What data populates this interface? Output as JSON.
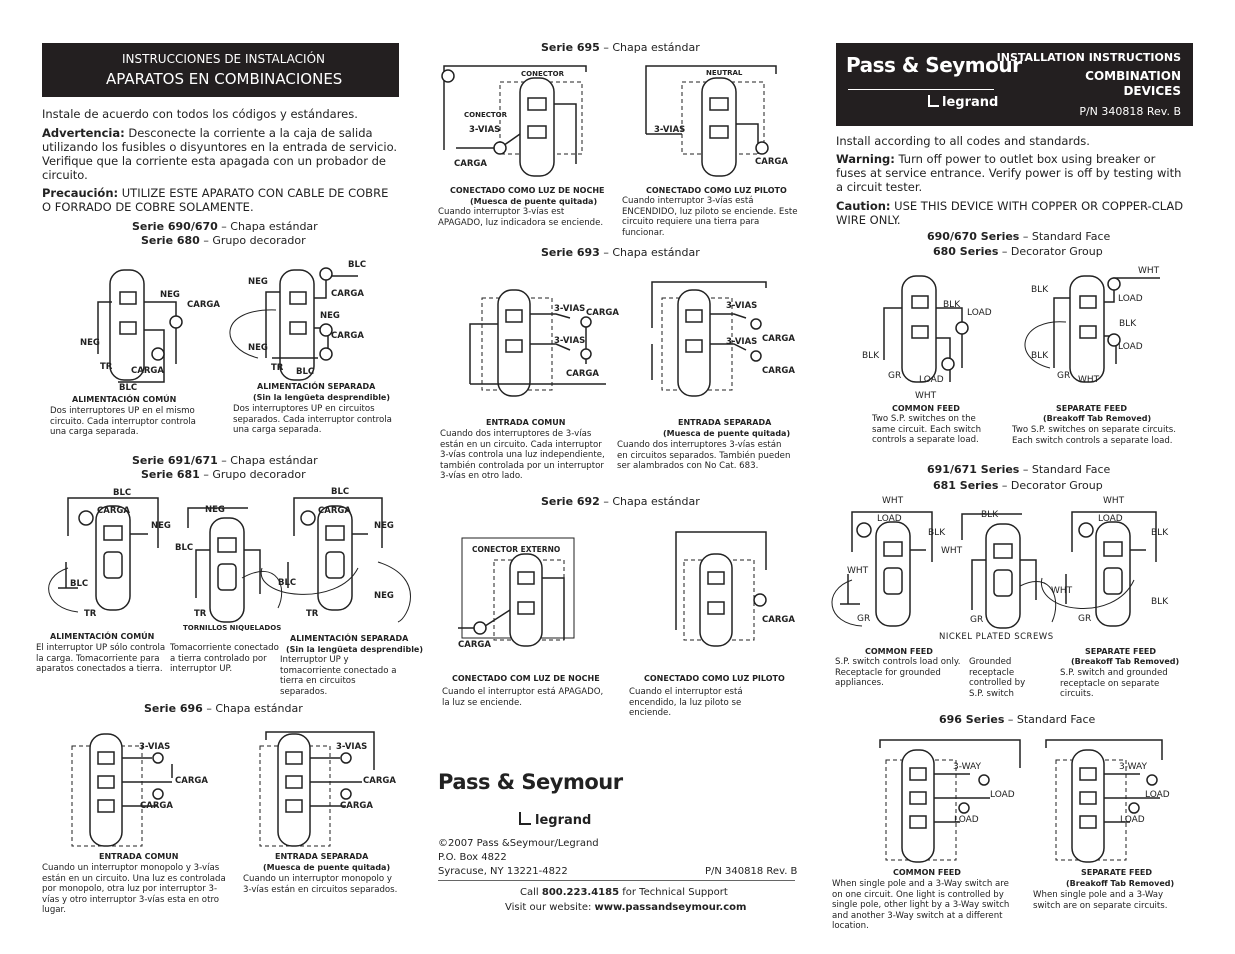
{
  "left": {
    "header_line1": "INSTRUCCIONES DE INSTALACIÓN",
    "header_line2": "APARATOS EN COMBINACIONES",
    "install_text": "Instale de acuerdo con todos los códigos y estándares.",
    "warning_label": "Advertencia:",
    "warning_text": "Desconecte la corriente a la caja de salida utilizando los fusibles o disyuntores en la entrada de servicio. Verifique que la corriente esta apagada con un probador de circuito.",
    "caution_label": "Precaución:",
    "caution_text": "UTILIZE ESTE APARATO CON CABLE DE COBRE O FORRADO DE COBRE SOLAMENTE.",
    "s1_title_a": "Serie 690/670",
    "s1_title_a_rest": " – Chapa estándar",
    "s1_title_b": "Serie 680",
    "s1_title_b_rest": " – Grupo decorador",
    "s1_cap1_title": "ALIMENTACIÓN COMÚN",
    "s1_cap1_text": "Dos interruptores UP en el mismo circuito.  Cada interruptor controla una carga separada.",
    "s1_cap2_title": "ALIMENTACIÓN SEPARADA",
    "s1_cap2_sub": "(Sin la lengüeta desprendible)",
    "s1_cap2_text": "Dos interruptores UP en circuitos separados.  Cada interruptor controla una carga separada.",
    "s2_title_a": "Serie 691/671",
    "s2_title_a_rest": " – Chapa estándar",
    "s2_title_b": "Serie 681",
    "s2_title_b_rest": " – Grupo decorador",
    "s2_cap1_title": "ALIMENTACIÓN COMÚN",
    "s2_cap1_text": "El interruptor UP sólo controla la carga.  Tomacorriente para aparatos conectados a tierra.",
    "s2_cap2_title": "TORNILLOS NIQUELADOS",
    "s2_cap2_text": "Tomacorriente conectado a tierra controlado por interruptor UP.",
    "s2_cap3_title": "ALIMENTACIÓN SEPARADA",
    "s2_cap3_sub": "(Sin la lengüeta desprendible)",
    "s2_cap3_text": "Interruptor UP y tomacorriente conectado a tierra en circuitos separados.",
    "s3_title": "Serie 696",
    "s3_title_rest": " – Chapa estándar",
    "s3_cap1_title": "ENTRADA COMUN",
    "s3_cap1_text": "Cuando un interruptor monopolo y 3-vías están en un circuito. Una luz es controlada por monopolo, otra luz por interruptor 3-vías y otro interruptor 3-vías esta en otro lugar.",
    "s3_cap2_title": "ENTRADA SEPARADA",
    "s3_cap2_sub": "(Muesca de puente quitada)",
    "s3_cap2_text": "Cuando un interruptor monopolo y 3-vías están en circuitos separados."
  },
  "middle": {
    "s695_title": "Serie 695",
    "s695_rest": " – Chapa estándar",
    "s695_cap1_title": "CONECTADO COMO LUZ DE NOCHE",
    "s695_cap1_sub": "(Muesca de puente quitada)",
    "s695_cap1_text": "Cuando interruptor 3-vías est APAGADO, luz indicadora se enciende.",
    "s695_cap2_title": "CONECTADO COMO LUZ PILOTO",
    "s695_cap2_text": "Cuando interruptor 3-vías está ENCENDIDO, luz piloto se enciende. Este circuito requiere una tierra para funcionar.",
    "s693_title": "Serie 693",
    "s693_rest": " – Chapa estándar",
    "s693_cap1_title": "ENTRADA COMUN",
    "s693_cap1_text": "Cuando dos interruptores de 3-vías están en un circuito. Cada interruptor 3-vías controla una luz independiente, también controlada por un interruptor 3-vías en otro lado.",
    "s693_cap2_title": "ENTRADA SEPARADA",
    "s693_cap2_sub": "(Muesca de puente quitada)",
    "s693_cap2_text": "Cuando dos interruptores 3-vías están en circuitos separados. También pueden ser alambrados con No Cat. 683.",
    "s692_title": "Serie 692",
    "s692_rest": " – Chapa estándar",
    "s692_cap1_title": "CONECTADO COM LUZ DE NOCHE",
    "s692_cap1_text": "Cuando el interruptor está APAGADO, la luz se enciende.",
    "s692_cap2_title": "CONECTADO COMO LUZ PILOTO",
    "s692_cap2_text": "Cuando el interruptor está encendido, la luz piloto se enciende.",
    "logo_text": "Pass & Seymour",
    "legrand_text": "legrand",
    "copyright": "©2007 Pass &Seymour/Legrand",
    "po_box": "P.O. Box 4822",
    "city": "Syracuse, NY 13221-4822",
    "part_no": "P/N 340818 Rev. B",
    "call_prefix": "Call ",
    "phone": "800.223.4185",
    "call_suffix": " for Technical Support",
    "web_prefix": "Visit our website:  ",
    "website": "www.passandseymour.com"
  },
  "right": {
    "logo_text": "Pass & Seymour",
    "legrand_text": "legrand",
    "header_line1": "INSTALLATION INSTRUCTIONS",
    "header_line2": "COMBINATION",
    "header_line3": "DEVICES",
    "part_no": "P/N 340818 Rev. B",
    "install_text": "Install according to all codes and standards.",
    "warning_label": "Warning:",
    "warning_text": " Turn off power to outlet box using breaker or fuses at service entrance. Verify power is off by testing with a circuit tester.",
    "caution_label": "Caution:",
    "caution_text": " USE THIS DEVICE WITH COPPER OR COPPER-CLAD WIRE ONLY.",
    "s1_title_a": "690/670 Series",
    "s1_title_a_rest": " – Standard Face",
    "s1_title_b": "680 Series",
    "s1_title_b_rest": " – Decorator Group",
    "s1_cap1_title": "COMMON FEED",
    "s1_cap1_text": "Two S.P. switches on the same circuit. Each switch controls a separate load.",
    "s1_cap2_title": "SEPARATE FEED",
    "s1_cap2_sub": "(Breakoff Tab Removed)",
    "s1_cap2_text": "Two S.P. switches on separate circuits. Each switch controls a separate load.",
    "s2_title_a": "691/671 Series",
    "s2_title_a_rest": " – Standard Face",
    "s2_title_b": "681 Series",
    "s2_title_b_rest": " – Decorator Group",
    "s2_cap1_title": "COMMON FEED",
    "s2_cap1_text": "S.P. switch controls load only. Receptacle for grounded appliances.",
    "s2_cap2_title": "NICKEL PLATED SCREWS",
    "s2_cap2_text": "Grounded receptacle controlled by S.P. switch",
    "s2_cap3_title": "SEPARATE FEED",
    "s2_cap3_sub": "(Breakoff Tab Removed)",
    "s2_cap3_text": "S.P. switch and grounded receptacle on separate circuits.",
    "s3_title": "696 Series",
    "s3_title_rest": " – Standard Face",
    "s3_cap1_title": "COMMON FEED",
    "s3_cap1_text": "When single pole and a 3-Way switch are on one circuit. One light is controlled by single pole, other light by a 3-Way switch and another 3-Way switch at a different location.",
    "s3_cap2_title": "SEPARATE FEED",
    "s3_cap2_sub": "(Breakoff Tab Removed)",
    "s3_cap2_text": "When single pole and a 3-Way switch are on separate circuits."
  },
  "diagram_labels": {
    "neg": "NEG",
    "blc": "BLC",
    "carga": "CARGA",
    "tr": "TR",
    "conector": "CONECTOR",
    "neutral": "NEUTRAL",
    "three_vias": "3-VIAS",
    "conector_externo": "CONECTOR EXTERNO",
    "blk": "BLK",
    "wht": "WHT",
    "load": "LOAD",
    "gr": "GR",
    "three_way": "3-WAY"
  }
}
